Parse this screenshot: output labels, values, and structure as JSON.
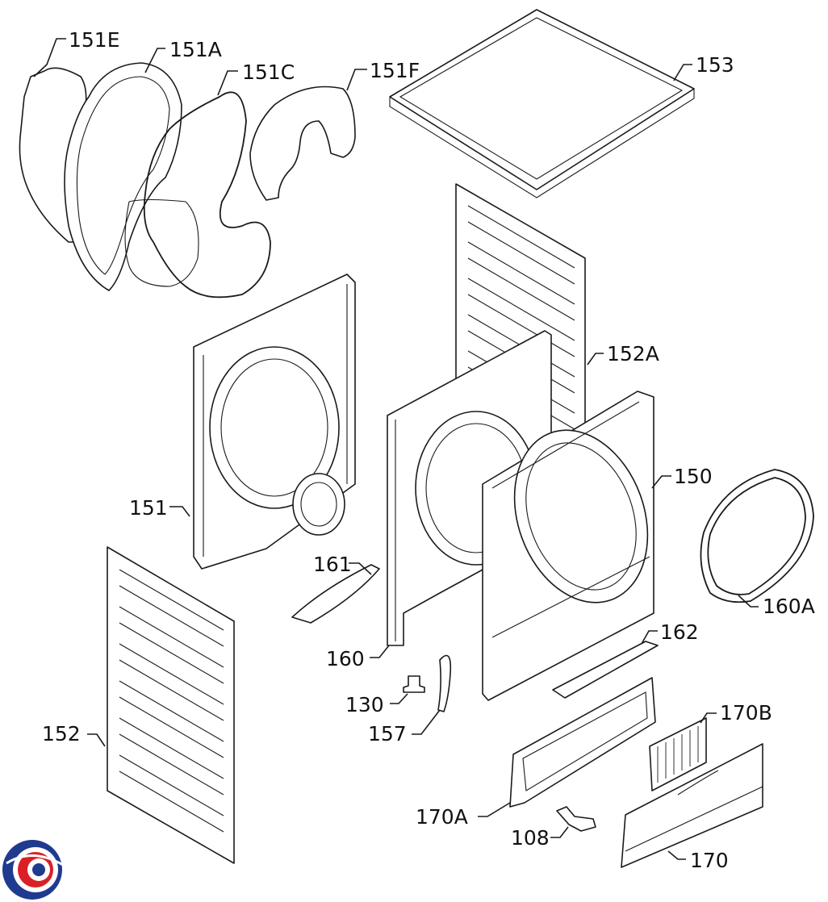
{
  "diagram": {
    "labels": {
      "p151e": "151E",
      "p151a": "151A",
      "p151c": "151C",
      "p151f": "151F",
      "p153": "153",
      "p152a": "152A",
      "p151": "151",
      "p150": "150",
      "p160a": "160A",
      "p161": "161",
      "p160": "160",
      "p162": "162",
      "p130": "130",
      "p157": "157",
      "p170b": "170B",
      "p152": "152",
      "p170a": "170A",
      "p108": "108",
      "p170": "170"
    }
  },
  "logo": {
    "icon": "spiral-logo-icon",
    "colors": [
      "#1f3b8f",
      "#d92027"
    ]
  }
}
